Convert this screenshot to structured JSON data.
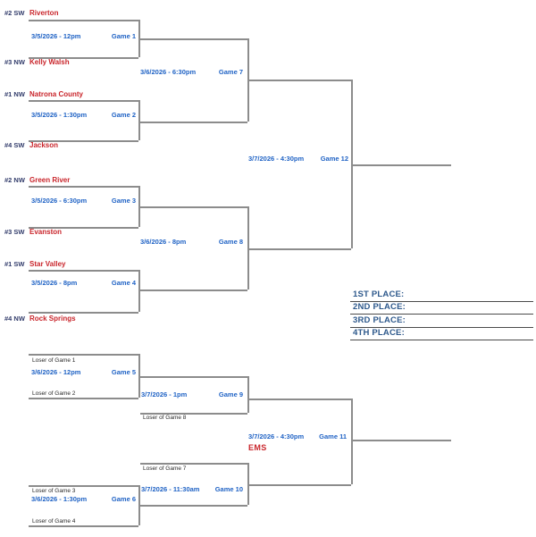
{
  "colors": {
    "team_name": "#c9252b",
    "seed_label": "#323c6b",
    "game_text": "#2063c5",
    "loser_text": "#2a2a2a",
    "placement_text": "#2e598c",
    "venue_text": "#c9252b",
    "bracket_line": "#8c8c8c"
  },
  "championship": {
    "teams": {
      "t1": {
        "seed": "#2 SW",
        "name": "Riverton"
      },
      "t2": {
        "seed": "#3 NW",
        "name": "Kelly Walsh"
      },
      "t3": {
        "seed": "#1 NW",
        "name": "Natrona County"
      },
      "t4": {
        "seed": "#4 SW",
        "name": "Jackson"
      },
      "t5": {
        "seed": "#2 NW",
        "name": "Green River"
      },
      "t6": {
        "seed": "#3 SW",
        "name": "Evanston"
      },
      "t7": {
        "seed": "#1 SW",
        "name": "Star Valley"
      },
      "t8": {
        "seed": "#4 NW",
        "name": "Rock Springs"
      }
    },
    "games": {
      "game1": {
        "label": "Game 1",
        "datetime": "3/5/2026 - 12pm"
      },
      "game2": {
        "label": "Game 2",
        "datetime": "3/5/2026 - 1:30pm"
      },
      "game3": {
        "label": "Game 3",
        "datetime": "3/5/2026 - 6:30pm"
      },
      "game4": {
        "label": "Game 4",
        "datetime": "3/5/2026 - 8pm"
      },
      "game7": {
        "label": "Game 7",
        "datetime": "3/6/2026 - 6:30pm"
      },
      "game8": {
        "label": "Game 8",
        "datetime": "3/6/2026 - 8pm"
      },
      "game12": {
        "label": "Game 12",
        "datetime": "3/7/2026 - 4:30pm"
      }
    }
  },
  "consolation": {
    "slots": {
      "loser1": "Loser of Game 1",
      "loser2": "Loser of Game 2",
      "loser3": "Loser of Game 3",
      "loser4": "Loser of Game 4",
      "loser7": "Loser of Game 7",
      "loser8": "Loser of Game 8"
    },
    "games": {
      "game5": {
        "label": "Game 5",
        "datetime": "3/6/2026 - 12pm"
      },
      "game6": {
        "label": "Game 6",
        "datetime": "3/6/2026 - 1:30pm"
      },
      "game9": {
        "label": "Game 9",
        "datetime": "3/7/2026 - 1pm"
      },
      "game10": {
        "label": "Game 10",
        "datetime": "3/7/2026 - 11:30am"
      },
      "game11": {
        "label": "Game 11",
        "datetime": "3/7/2026 - 4:30pm",
        "venue": "EMS"
      }
    }
  },
  "placements": {
    "first": "1ST PLACE:",
    "second": "2ND PLACE:",
    "third": "3RD PLACE:",
    "fourth": "4TH PLACE:"
  }
}
